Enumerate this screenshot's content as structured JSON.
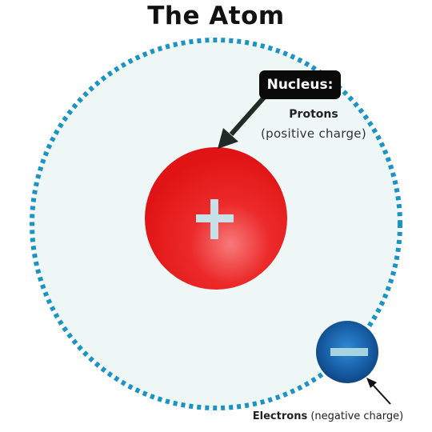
{
  "title": "The Atom",
  "nucleus": {
    "tag": "Nucleus:",
    "particle": "Protons",
    "charge": "(positive charge)",
    "symbol": "+",
    "color": "#e81b1b"
  },
  "electron": {
    "particle": "Electrons",
    "charge": "(negative charge)",
    "symbol": "−",
    "color": "#1560a8"
  },
  "colors": {
    "orbit": "#1b93c4",
    "atom_fill": "#eef7f5",
    "arrow": "#222a26"
  }
}
